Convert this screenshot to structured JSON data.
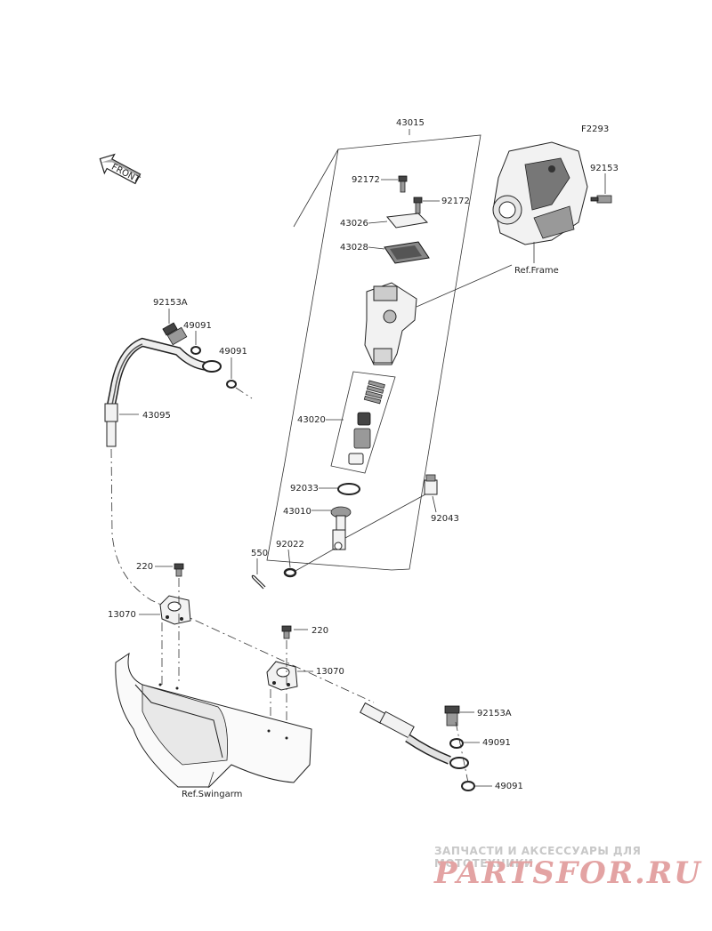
{
  "diagram_code": "F2293",
  "labels": {
    "front": "FRONT",
    "p43015": "43015",
    "p92153_top": "92153",
    "p92172_a": "92172",
    "p92172_b": "92172",
    "p43026": "43026",
    "p43028": "43028",
    "ref_frame": "Ref.Frame",
    "p92153A_top": "92153A",
    "p49091_a": "49091",
    "p49091_b": "49091",
    "p43095": "43095",
    "p43020": "43020",
    "p92033": "92033",
    "p43010": "43010",
    "p92043": "92043",
    "p550": "550",
    "p92022": "92022",
    "p220_a": "220",
    "p13070_a": "13070",
    "p220_b": "220",
    "p13070_b": "13070",
    "p92153A_bottom": "92153A",
    "p49091_c": "49091",
    "p49091_d": "49091",
    "ref_swingarm": "Ref.Swingarm"
  },
  "watermark": {
    "tagline": "ЗАПЧАСТИ И АКСЕССУАРЫ ДЛЯ МОТОТЕХНИКИ",
    "brand": "PARTSFOR.RU"
  }
}
